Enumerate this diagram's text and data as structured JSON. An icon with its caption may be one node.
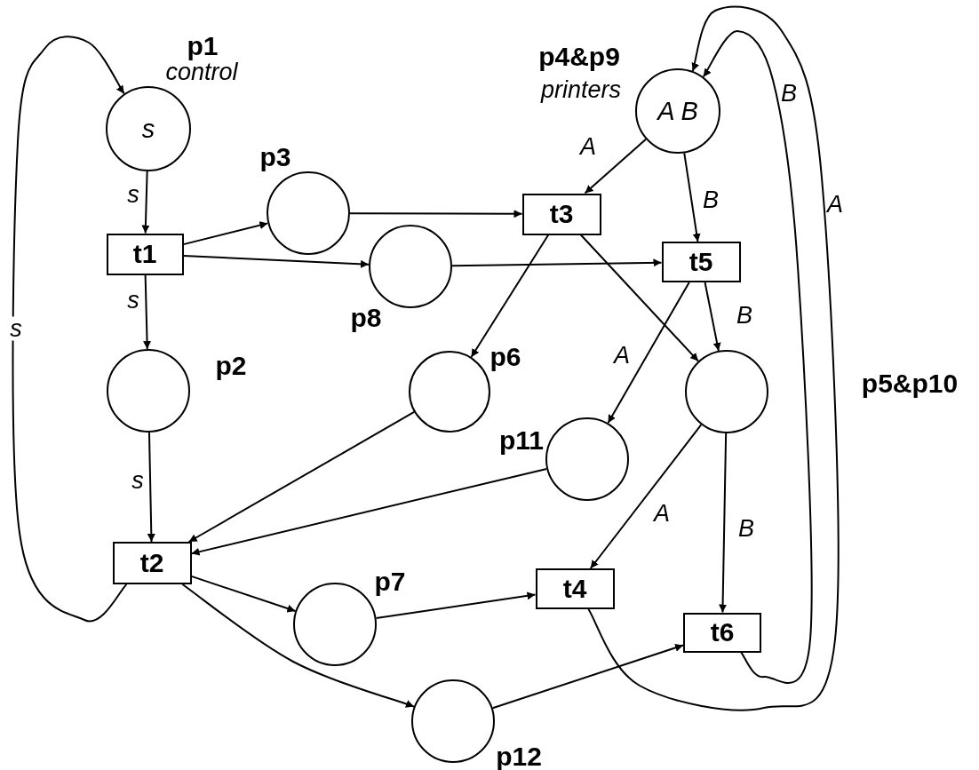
{
  "diagram": {
    "nodes": [
      {
        "text": [
          "p1",
          "control",
          "s"
        ]
      },
      {
        "text": [
          "p4&p9",
          "printers",
          "A B"
        ]
      },
      {
        "text": [
          "p3"
        ]
      },
      {
        "text": [
          "t3"
        ]
      },
      {
        "text": [
          "t1"
        ]
      },
      {
        "text": [
          "t5"
        ]
      },
      {
        "text": [
          "p8"
        ]
      },
      {
        "text": [
          "p2"
        ]
      },
      {
        "text": [
          "p6"
        ]
      },
      {
        "text": [
          "p5&p10"
        ]
      },
      {
        "text": [
          "p11"
        ]
      },
      {
        "text": [
          "t2"
        ]
      },
      {
        "text": [
          "p7"
        ]
      },
      {
        "text": [
          "t4"
        ]
      },
      {
        "text": [
          "t6"
        ]
      },
      {
        "text": [
          "p12"
        ]
      }
    ],
    "edges": [
      {
        "from": 0,
        "to": 4,
        "arrow": "to",
        "label": "s"
      },
      {
        "from": 4,
        "to": 2,
        "arrow": "to"
      },
      {
        "from": 4,
        "to": 6,
        "arrow": "to"
      },
      {
        "from": 4,
        "to": 7,
        "arrow": "to",
        "label": "s"
      },
      {
        "from": 7,
        "to": 11,
        "arrow": "to",
        "label": "s"
      },
      {
        "from": 11,
        "to": 0,
        "arrow": "to",
        "label": "s"
      },
      {
        "from": 2,
        "to": 3,
        "arrow": "to"
      },
      {
        "from": 6,
        "to": 5,
        "arrow": "to"
      },
      {
        "from": 1,
        "to": 3,
        "arrow": "to",
        "label": "A"
      },
      {
        "from": 1,
        "to": 5,
        "arrow": "to",
        "label": "B"
      },
      {
        "from": 3,
        "to": 8,
        "arrow": "to"
      },
      {
        "from": 3,
        "to": 9,
        "arrow": "to"
      },
      {
        "from": 5,
        "to": 10,
        "arrow": "to",
        "label": "A"
      },
      {
        "from": 5,
        "to": 9,
        "arrow": "to",
        "label": "B"
      },
      {
        "from": 8,
        "to": 11,
        "arrow": "to"
      },
      {
        "from": 10,
        "to": 11,
        "arrow": "to"
      },
      {
        "from": 11,
        "to": 12,
        "arrow": "to"
      },
      {
        "from": 11,
        "to": 15,
        "arrow": "to"
      },
      {
        "from": 12,
        "to": 13,
        "arrow": "to"
      },
      {
        "from": 15,
        "to": 14,
        "arrow": "to"
      },
      {
        "from": 9,
        "to": 13,
        "arrow": "to",
        "label": "A"
      },
      {
        "from": 9,
        "to": 14,
        "arrow": "to",
        "label": "B"
      },
      {
        "from": 13,
        "to": 1,
        "arrow": "to",
        "label": "A"
      },
      {
        "from": 14,
        "to": 1,
        "arrow": "to",
        "label": "B"
      }
    ]
  }
}
